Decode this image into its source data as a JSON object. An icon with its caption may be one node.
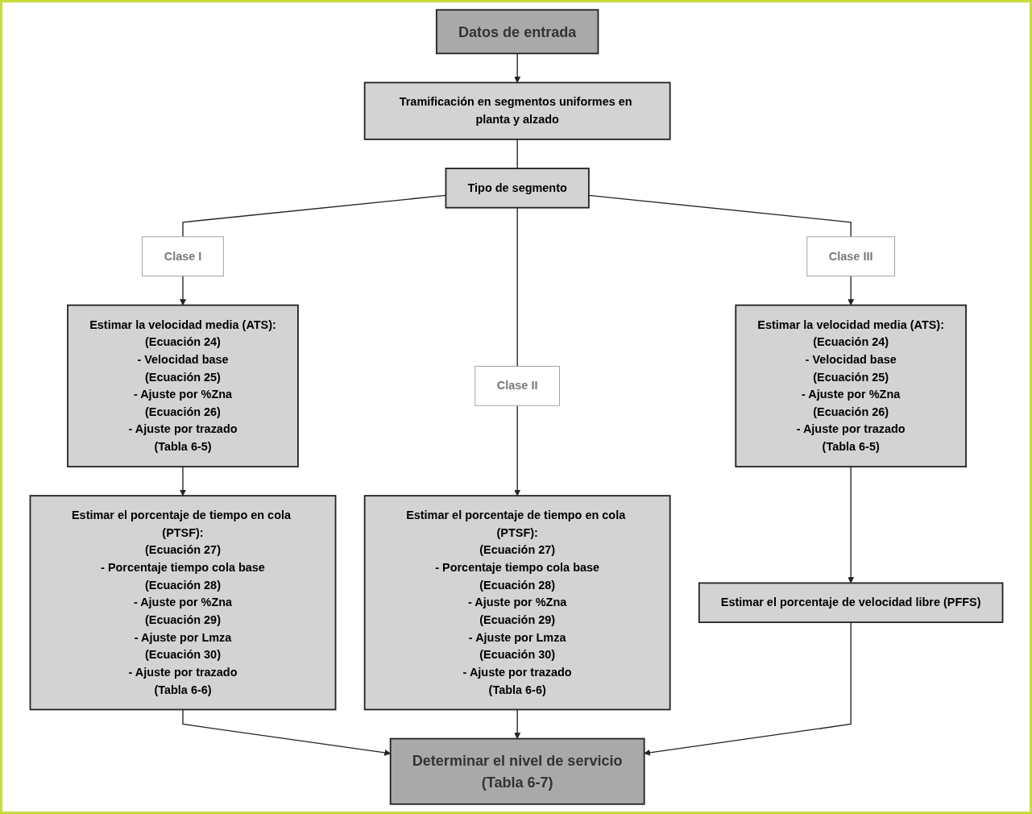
{
  "diagram": {
    "nodes": [
      {
        "text": [
          "Datos de entrada"
        ]
      },
      {
        "text": [
          "Tramificación en segmentos uniformes en planta y alzado"
        ]
      },
      {
        "text": [
          "Tipo de segmento"
        ]
      },
      {
        "text": [
          "Clase I"
        ]
      },
      {
        "text": [
          "Clase III"
        ]
      },
      {
        "text": [
          "Clase II"
        ]
      },
      {
        "text": [
          "Estimar la velocidad media (ATS):",
          "(Ecuación 24)",
          "- Velocidad base",
          "(Ecuación 25)",
          "- Ajuste por %Zna",
          "(Ecuación 26)",
          "- Ajuste por trazado",
          "(Tabla 6-5)"
        ]
      },
      {
        "text": [
          "Estimar la velocidad media (ATS):",
          "(Ecuación 24)",
          "- Velocidad base",
          "(Ecuación 25)",
          "- Ajuste por %Zna",
          "(Ecuación 26)",
          "- Ajuste por trazado",
          "(Tabla 6-5)"
        ]
      },
      {
        "text": [
          "Estimar el porcentaje de tiempo en cola (PTSF):",
          "(Ecuación 27)",
          "- Porcentaje tiempo cola base",
          "(Ecuación 28)",
          "- Ajuste por %Zna",
          "(Ecuación 29)",
          "- Ajuste por Lmza",
          "(Ecuación 30)",
          "- Ajuste por trazado",
          "(Tabla 6-6)"
        ]
      },
      {
        "text": [
          "Estimar el porcentaje de tiempo en cola (PTSF):",
          "(Ecuación 27)",
          "- Porcentaje tiempo cola base",
          "(Ecuación 28)",
          "- Ajuste por %Zna",
          "(Ecuación 29)",
          "- Ajuste por Lmza",
          "(Ecuación 30)",
          "- Ajuste por trazado",
          "(Tabla 6-6)"
        ]
      },
      {
        "text": [
          "Estimar el porcentaje de velocidad libre (PFFS)"
        ]
      },
      {
        "text": [
          "Determinar el nivel de servicio",
          "(Tabla 6-7)"
        ]
      }
    ],
    "edges": [
      {
        "from": 0,
        "to": 1,
        "arrow": "to"
      },
      {
        "from": 1,
        "to": 2,
        "arrow": "none"
      },
      {
        "from": 2,
        "to": 3,
        "arrow": "none"
      },
      {
        "from": 3,
        "to": 6,
        "arrow": "to"
      },
      {
        "from": 2,
        "to": 4,
        "arrow": "none"
      },
      {
        "from": 4,
        "to": 7,
        "arrow": "to"
      },
      {
        "from": 2,
        "to": 5,
        "arrow": "none"
      },
      {
        "from": 5,
        "to": 8,
        "arrow": "to"
      },
      {
        "from": 6,
        "to": 9,
        "arrow": "to"
      },
      {
        "from": 7,
        "to": 10,
        "arrow": "to"
      },
      {
        "from": 9,
        "to": 11,
        "arrow": "to"
      },
      {
        "from": 8,
        "to": 11,
        "arrow": "to"
      },
      {
        "from": 10,
        "to": 11,
        "arrow": "to"
      }
    ]
  }
}
